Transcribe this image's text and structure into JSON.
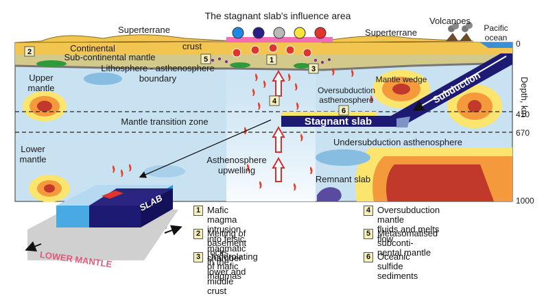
{
  "diagram": {
    "title": "The stagnant slab's influence area",
    "colors": {
      "upper_mantle": "#c9e2f2",
      "crust": "#f2c550",
      "lithosphere": "#d3c98a",
      "slab": "#1d1a73",
      "anomaly_hot": "#e53f2a",
      "anomaly_warm": "#f59a3c",
      "anomaly_yellow": "#fbe56f",
      "influence_bar": "#f06fb6"
    },
    "influence_circles": [
      "#1e88e5",
      "#2a1f86",
      "#b9b9b9",
      "#f7e33a",
      "#e0352b"
    ],
    "surface_labels": {
      "superterrane_left": "Superterrane",
      "superterrane_right": "Superterrane",
      "volcanoes": "Volcanoes",
      "pacific_ocean": "Pacific\nocean",
      "continental_crust": "Continental",
      "crust": "crust"
    },
    "layer_labels": {
      "sub_continental_mantle": "Sub-continental  mantle",
      "lab": "Lithosphere - asthenosphere\nboundary",
      "upper_mantle": "Upper\nmantle",
      "mantle_transition_zone": "Mantle transition zone",
      "lower_mantle": "Lower\nmantle",
      "mantle_wedge": "Mantle wedge",
      "oversubduction": "Oversubduction\nasthenosphere",
      "undersubduction": "Undersubduction asthenosphere",
      "asthenosphere_upwelling": "Asthenosphere\nupwelling",
      "remnant_slab": "Remnant slab",
      "stagnant_slab": "Stagnant slab",
      "subduction": "Subduction"
    },
    "depth_axis": {
      "title": "Depth, km",
      "ticks": [
        "0",
        "410",
        "670",
        "1000"
      ]
    },
    "markers": [
      "1",
      "2",
      "3",
      "4",
      "5",
      "6"
    ],
    "block": {
      "slab_label": "SLAB",
      "lower_mantle_label": "LOWER   MANTLE"
    }
  },
  "legend": [
    {
      "num": "1",
      "text": "Mafic magma intrusion\ninto felsic magmatic chamber"
    },
    {
      "num": "2",
      "text": "Melting of basement rocks\nin the lower and middle crust"
    },
    {
      "num": "3",
      "text": "Underplating of mafic\nmagmas"
    },
    {
      "num": "4",
      "text": "Oversubduction mantle\nfluids and melts flow"
    },
    {
      "num": "5",
      "text": "Metasomatised subconti-\nnental mantle"
    },
    {
      "num": "6",
      "text": "Oceanic sulfide sediments"
    }
  ]
}
